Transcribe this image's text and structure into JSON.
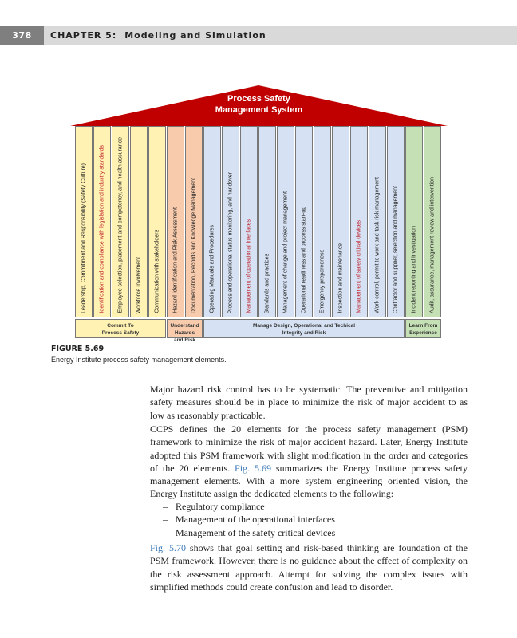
{
  "header": {
    "page_number": "378",
    "chapter": "CHAPTER 5:",
    "chapter_title": "Modeling and Simulation"
  },
  "figure": {
    "roof_title_line1": "Process Safety",
    "roof_title_line2": "Management System",
    "colors": {
      "roof": "#c00000",
      "yellow": "#fff2b3",
      "orange": "#f8cbad",
      "blue": "#d6e2f3",
      "green": "#c5e0b4"
    },
    "columns": [
      {
        "label": "Leadership, Commitment and Responsibility (Safety Culture)",
        "group": "yellow",
        "red": false
      },
      {
        "label": "Identification and compliance with legislation and industry standards",
        "group": "yellow",
        "red": true
      },
      {
        "label": "Employee selection, placement and competency, and health assurance",
        "group": "yellow",
        "red": false
      },
      {
        "label": "Workforce Involvement",
        "group": "yellow",
        "red": false
      },
      {
        "label": "Communication with stakeholders",
        "group": "yellow",
        "red": false
      },
      {
        "label": "Hazard Identification and Risk Assessment",
        "group": "orange",
        "red": false
      },
      {
        "label": "Documentation, Records and Knowledge Management",
        "group": "orange",
        "red": false
      },
      {
        "label": "Operating Manuals and Procedures",
        "group": "blue",
        "red": false
      },
      {
        "label": "Process and operational status monitoring, and handover",
        "group": "blue",
        "red": false
      },
      {
        "label": "Management of operational interfaces",
        "group": "blue",
        "red": true
      },
      {
        "label": "Standards and practices",
        "group": "blue",
        "red": false
      },
      {
        "label": "Management of change and project management",
        "group": "blue",
        "red": false
      },
      {
        "label": "Operational readiness and process start-up",
        "group": "blue",
        "red": false
      },
      {
        "label": "Emergency preparedness",
        "group": "blue",
        "red": false
      },
      {
        "label": "Inspection and maintenance",
        "group": "blue",
        "red": false
      },
      {
        "label": "Management of safety critical devices",
        "group": "blue",
        "red": true
      },
      {
        "label": "Work control, permit to work and task risk management",
        "group": "blue",
        "red": false
      },
      {
        "label": "Contractor and supplier, selection and management",
        "group": "blue",
        "red": false
      },
      {
        "label": "Incident reporting and investigation",
        "group": "green",
        "red": false
      },
      {
        "label": "Audit, assurance, management review and intervention",
        "group": "green",
        "red": false
      }
    ],
    "foundations": [
      {
        "line1": "Commit To",
        "line2": "Process Safety",
        "group": "yellow",
        "span": 5
      },
      {
        "line1": "Understand Hazards",
        "line2": "and Risk",
        "group": "orange",
        "span": 2
      },
      {
        "line1": "Manage Design, Operational and Techical",
        "line2": "Integrity and Risk",
        "group": "blue",
        "span": 11
      },
      {
        "line1": "Learn From",
        "line2": "Experience",
        "group": "green",
        "span": 2
      }
    ]
  },
  "caption": {
    "label": "FIGURE 5.69",
    "text": "Energy Institute process safety management elements."
  },
  "body": {
    "p1": "Major hazard risk control has to be systematic. The preventive and mitigation safety measures should be in place to minimize the risk of major accident to as low as reasonably practicable.",
    "p2_a": "CCPS defines the 20 elements for the process safety management (PSM) framework to minimize the risk of major accident hazard. Later, Energy Institute adopted this PSM framework with slight modification in the order and categories of the 20 elements. ",
    "p2_link": "Fig. 5.69",
    "p2_b": " summarizes the Energy Institute process safety management elements. With a more system engineering oriented vision, the Energy Institute assign the dedicated elements to the following:",
    "bullets": [
      "Regulatory compliance",
      "Management of the operational interfaces",
      "Management of the safety critical devices"
    ],
    "bullet_dash": "–",
    "p3_link": "Fig. 5.70",
    "p3_b": " shows that goal setting and risk-based thinking are foundation of the PSM framework. However, there is no guidance about the effect of complexity on the risk assessment approach. Attempt for solving the complex issues with simplified methods could create confusion and lead to disorder."
  }
}
